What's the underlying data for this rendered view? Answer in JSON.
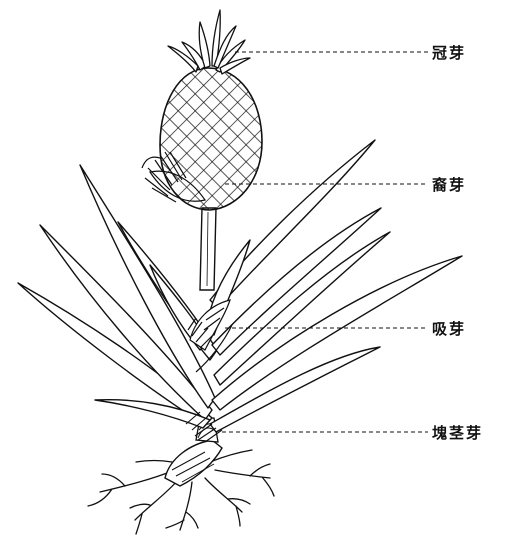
{
  "labels": {
    "crown_bud": "冠芽",
    "slip": "裔芽",
    "sucker": "吸芽",
    "ratoon": "塊茎芽"
  },
  "colors": {
    "ink": "#111111",
    "paper": "#ffffff"
  }
}
